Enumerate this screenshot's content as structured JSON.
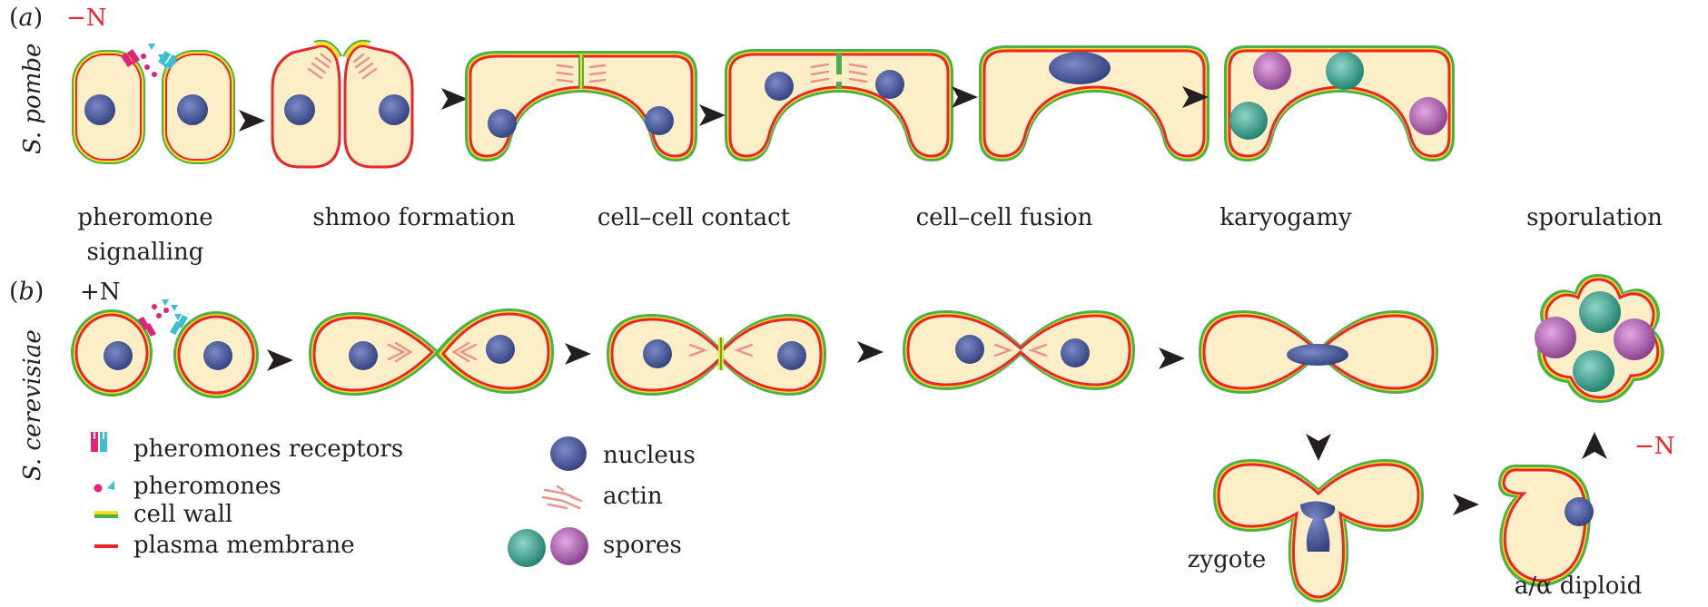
{
  "panel_a": {
    "letter": "a",
    "condition": "−N",
    "species": "S. pombe",
    "stages": [
      "pheromone",
      "signalling",
      "shmoo formation",
      "cell–cell contact",
      "cell–cell fusion",
      "karyogamy",
      "sporulation"
    ]
  },
  "panel_b": {
    "letter": "b",
    "condition": "+N",
    "species": "S. cerevisiae",
    "zygote": "zygote",
    "diploid": "a/α diploid",
    "sporulation_condition": "−N"
  },
  "legend": {
    "receptors": "pheromones receptors",
    "pheromones": "pheromones",
    "cell_wall": "cell wall",
    "plasma_membrane": "plasma membrane",
    "nucleus": "nucleus",
    "actin": "actin",
    "spores": "spores"
  },
  "colors": {
    "cytoplasm": "#fcefc8",
    "membrane": "#e8262b",
    "wall_green": "#4cae4c",
    "wall_yellow": "#f5e21c",
    "nucleus": "#3d4d8c",
    "actin": "#e8948c",
    "spore_teal": "#2e9a8a",
    "spore_purple": "#a35aa5",
    "receptor_magenta": "#e0237a",
    "receptor_cyan": "#3bbfd0",
    "arrow": "#231f20",
    "condition_red": "#e8262b"
  }
}
